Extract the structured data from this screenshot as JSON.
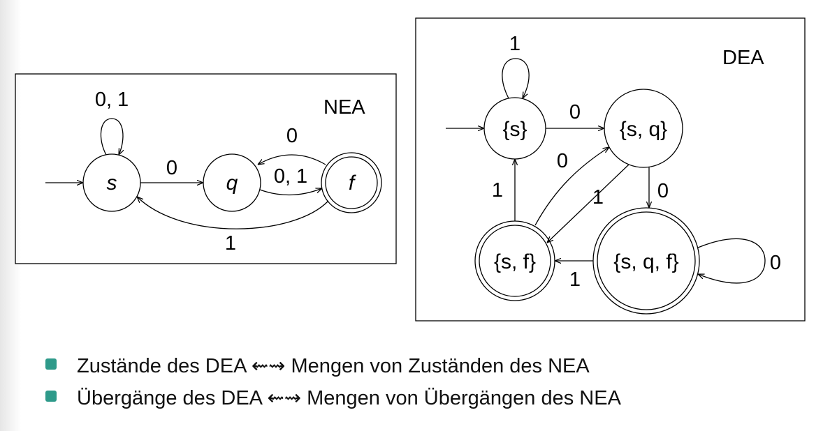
{
  "nea": {
    "title": "NEA",
    "states": {
      "s": "s",
      "q": "q",
      "f": "f"
    },
    "edges": {
      "s_loop": "0, 1",
      "s_to_q": "0",
      "q_to_f": "0, 1",
      "f_to_q": "0",
      "f_to_s": "1"
    }
  },
  "dea": {
    "title": "DEA",
    "states": {
      "s": "{s}",
      "sq": "{s, q}",
      "sf": "{s, f}",
      "sqf": "{s, q, f}"
    },
    "edges": {
      "s_loop": "1",
      "s_to_sq": "0",
      "sf_to_sq": "0",
      "sq_to_sf": "1",
      "sf_to_s": "1",
      "sq_to_sqf": "0",
      "sqf_to_sf": "1",
      "sqf_loop": "0"
    }
  },
  "bullets": [
    "Zustände des DEA ⇜⇝ Mengen von Zuständen des NEA",
    "Übergänge des DEA ⇜⇝ Mengen von Übergängen des NEA"
  ],
  "colors": {
    "bullet": "#2e9a8a"
  }
}
